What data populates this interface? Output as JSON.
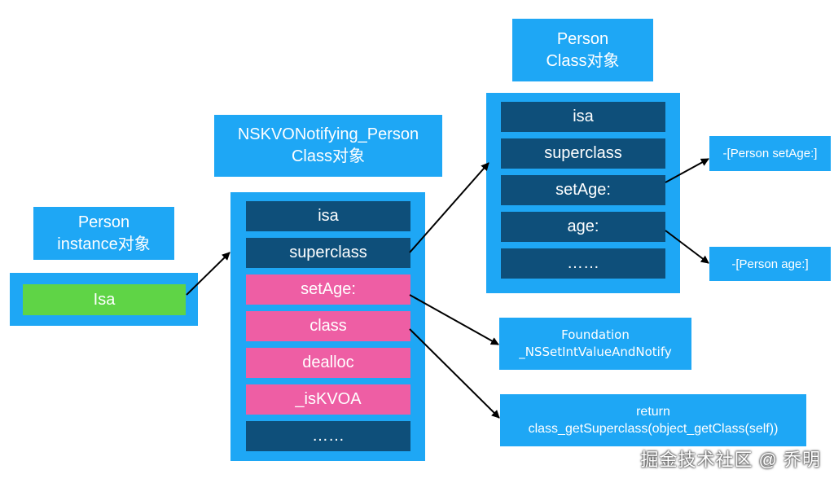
{
  "person_instance": {
    "title_line1": "Person",
    "title_line2": "instance对象",
    "isa": "Isa"
  },
  "kvo_class": {
    "title_line1": "NSKVONotifying_Person",
    "title_line2": "Class对象",
    "rows": [
      "isa",
      "superclass",
      "setAge:",
      "class",
      "dealloc",
      "_isKVOA",
      "……"
    ]
  },
  "person_class": {
    "title_line1": "Person",
    "title_line2": "Class对象",
    "rows": [
      "isa",
      "superclass",
      "setAge:",
      "age:",
      "……"
    ]
  },
  "methods": {
    "set_age": "-[Person setAge:]",
    "age": "-[Person age:]"
  },
  "foundation": {
    "line1": "Foundation",
    "line2": "_NSSetIntValueAndNotify"
  },
  "return_box": {
    "line1": "return",
    "line2": "class_getSuperclass(object_getClass(self))"
  },
  "watermark": "掘金技术社区 @ 乔明",
  "colors": {
    "box_blue": "#1ea7f5",
    "row_dark": "#0e4f7a",
    "row_pink": "#ee5ea4",
    "isa_green": "#5fd446"
  }
}
